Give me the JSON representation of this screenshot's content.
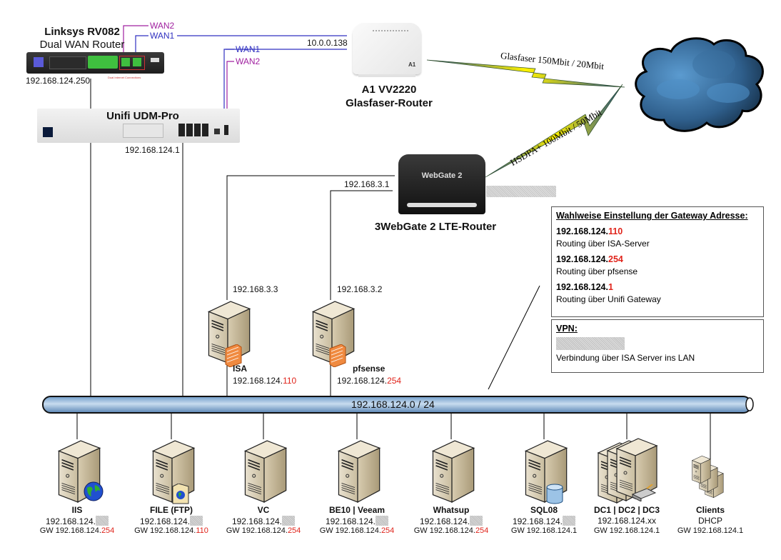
{
  "devices": {
    "linksys": {
      "name": "Linksys RV082",
      "subtitle": "Dual WAN Router",
      "ip": "192.168.124.250",
      "port_label": "Dual Internet Connections"
    },
    "udm": {
      "name": "Unifi UDM-Pro",
      "ip": "192.168.124.1"
    },
    "a1": {
      "name": "A1 VV2220",
      "subtitle": "Glasfaser-Router",
      "ip": "10.0.0.138"
    },
    "webgate": {
      "name": "3WebGate 2 LTE-Router",
      "ip": "192.168.3.1",
      "logo": "WebGate 2"
    },
    "cloud": {
      "name": "Internet"
    }
  },
  "wan_labels": {
    "linksys_wan2": "WAN2",
    "linksys_wan1": "WAN1",
    "udm_wan1": "WAN1",
    "udm_wan2": "WAN2"
  },
  "links": {
    "fiber": "Glasfaser 150Mbit / 20Mbit",
    "lte": "HSDPA+ 100Mbit / 50Mbit"
  },
  "firewalls": [
    {
      "name": "ISA",
      "wan_ip": "192.168.3.3",
      "lan_ip_prefix": "192.168.124.",
      "lan_ip_suffix": "110"
    },
    {
      "name": "pfsense",
      "wan_ip": "192.168.3.2",
      "lan_ip_prefix": "192.168.124.",
      "lan_ip_suffix": "254"
    }
  ],
  "bus": {
    "label": "192.168.124.0 / 24"
  },
  "gateway_box": {
    "title": "Wahlweise Einstellung der Gateway Adresse:",
    "entries": [
      {
        "ip_prefix": "192.168.124.",
        "ip_suffix": "110",
        "desc": "Routing über ISA-Server"
      },
      {
        "ip_prefix": "192.168.124.",
        "ip_suffix": "254",
        "desc": "Routing über pfsense"
      },
      {
        "ip_prefix": "192.168.124.",
        "ip_suffix": "1",
        "desc": "Routing über Unifi Gateway"
      }
    ]
  },
  "vpn_box": {
    "title": "VPN:",
    "desc": "Verbindung über ISA Server ins LAN"
  },
  "servers": [
    {
      "name": "IIS",
      "ip": "192.168.124.",
      "ip_masked": true,
      "gw_prefix": "GW 192.168.124.",
      "gw_suffix": "254",
      "gw_red": true,
      "badge": "globe"
    },
    {
      "name": "FILE (FTP)",
      "ip": "192.168.124.",
      "ip_masked": true,
      "gw_prefix": "GW 192.168.124.",
      "gw_suffix": "110",
      "gw_red": true,
      "badge": "folder"
    },
    {
      "name": "VC",
      "ip": "192.168.124.",
      "ip_masked": true,
      "gw_prefix": "GW 192.168.124.",
      "gw_suffix": "254",
      "gw_red": true,
      "badge": "none"
    },
    {
      "name": "BE10 | Veeam",
      "ip": "192.168.124.",
      "ip_masked": true,
      "gw_prefix": "GW 192.168.124.",
      "gw_suffix": "254",
      "gw_red": true,
      "badge": "none"
    },
    {
      "name": "Whatsup",
      "ip": "192.168.124.",
      "ip_masked": true,
      "gw_prefix": "GW 192.168.124.",
      "gw_suffix": "254",
      "gw_red": true,
      "badge": "none"
    },
    {
      "name": "SQL08",
      "ip": "192.168.124.",
      "ip_masked": true,
      "gw_prefix": "GW 192.168.124.",
      "gw_suffix": "1",
      "gw_red": false,
      "badge": "database"
    },
    {
      "name": "DC1 | DC2 | DC3",
      "ip": "192.168.124.xx",
      "ip_masked": false,
      "gw_prefix": "GW 192.168.124.",
      "gw_suffix": "1",
      "gw_red": false,
      "badge": "directory"
    },
    {
      "name": "Clients",
      "ip": "DHCP",
      "ip_masked": false,
      "gw_prefix": "GW 192.168.124.",
      "gw_suffix": "1",
      "gw_red": false,
      "badge": "clients"
    }
  ]
}
